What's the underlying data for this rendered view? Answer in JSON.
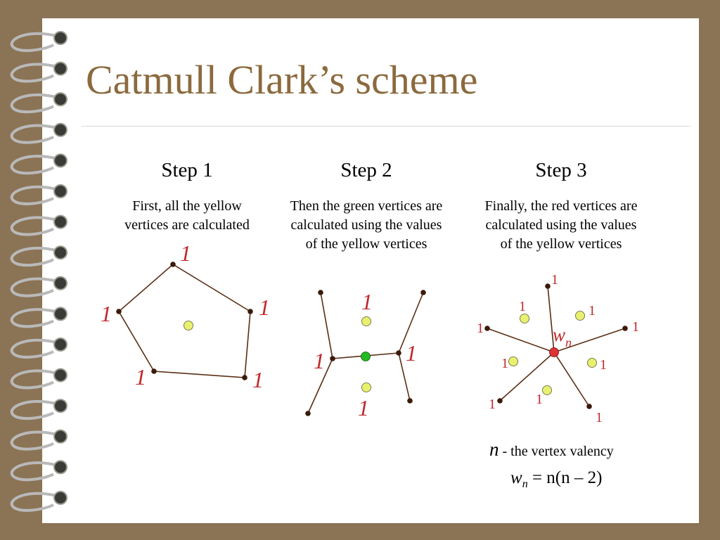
{
  "title": "Catmull Clark’s scheme",
  "steps": [
    {
      "heading": "Step 1",
      "desc_lines": [
        "First, all the yellow",
        "vertices are calculated"
      ]
    },
    {
      "heading": "Step 2",
      "desc_lines": [
        "Then the green vertices are",
        "calculated using the values",
        "of the yellow vertices"
      ]
    },
    {
      "heading": "Step 3",
      "desc_lines": [
        "Finally, the red vertices are",
        "calculated using the values",
        "of the yellow vertices"
      ]
    }
  ],
  "weight_label": "1",
  "wn_label": {
    "base": "w",
    "sub": "n"
  },
  "legend": {
    "symbol": "n",
    "text": " - the vertex valency"
  },
  "formula": {
    "lhs_base": "w",
    "lhs_sub": "n",
    "rhs": "= n(n – 2)"
  },
  "colors": {
    "yellow": "#e8f070",
    "green": "#22bb22",
    "red": "#dd3333",
    "edge": "#5a2e14",
    "label": "#c0282c",
    "title": "#8b6a3e"
  }
}
